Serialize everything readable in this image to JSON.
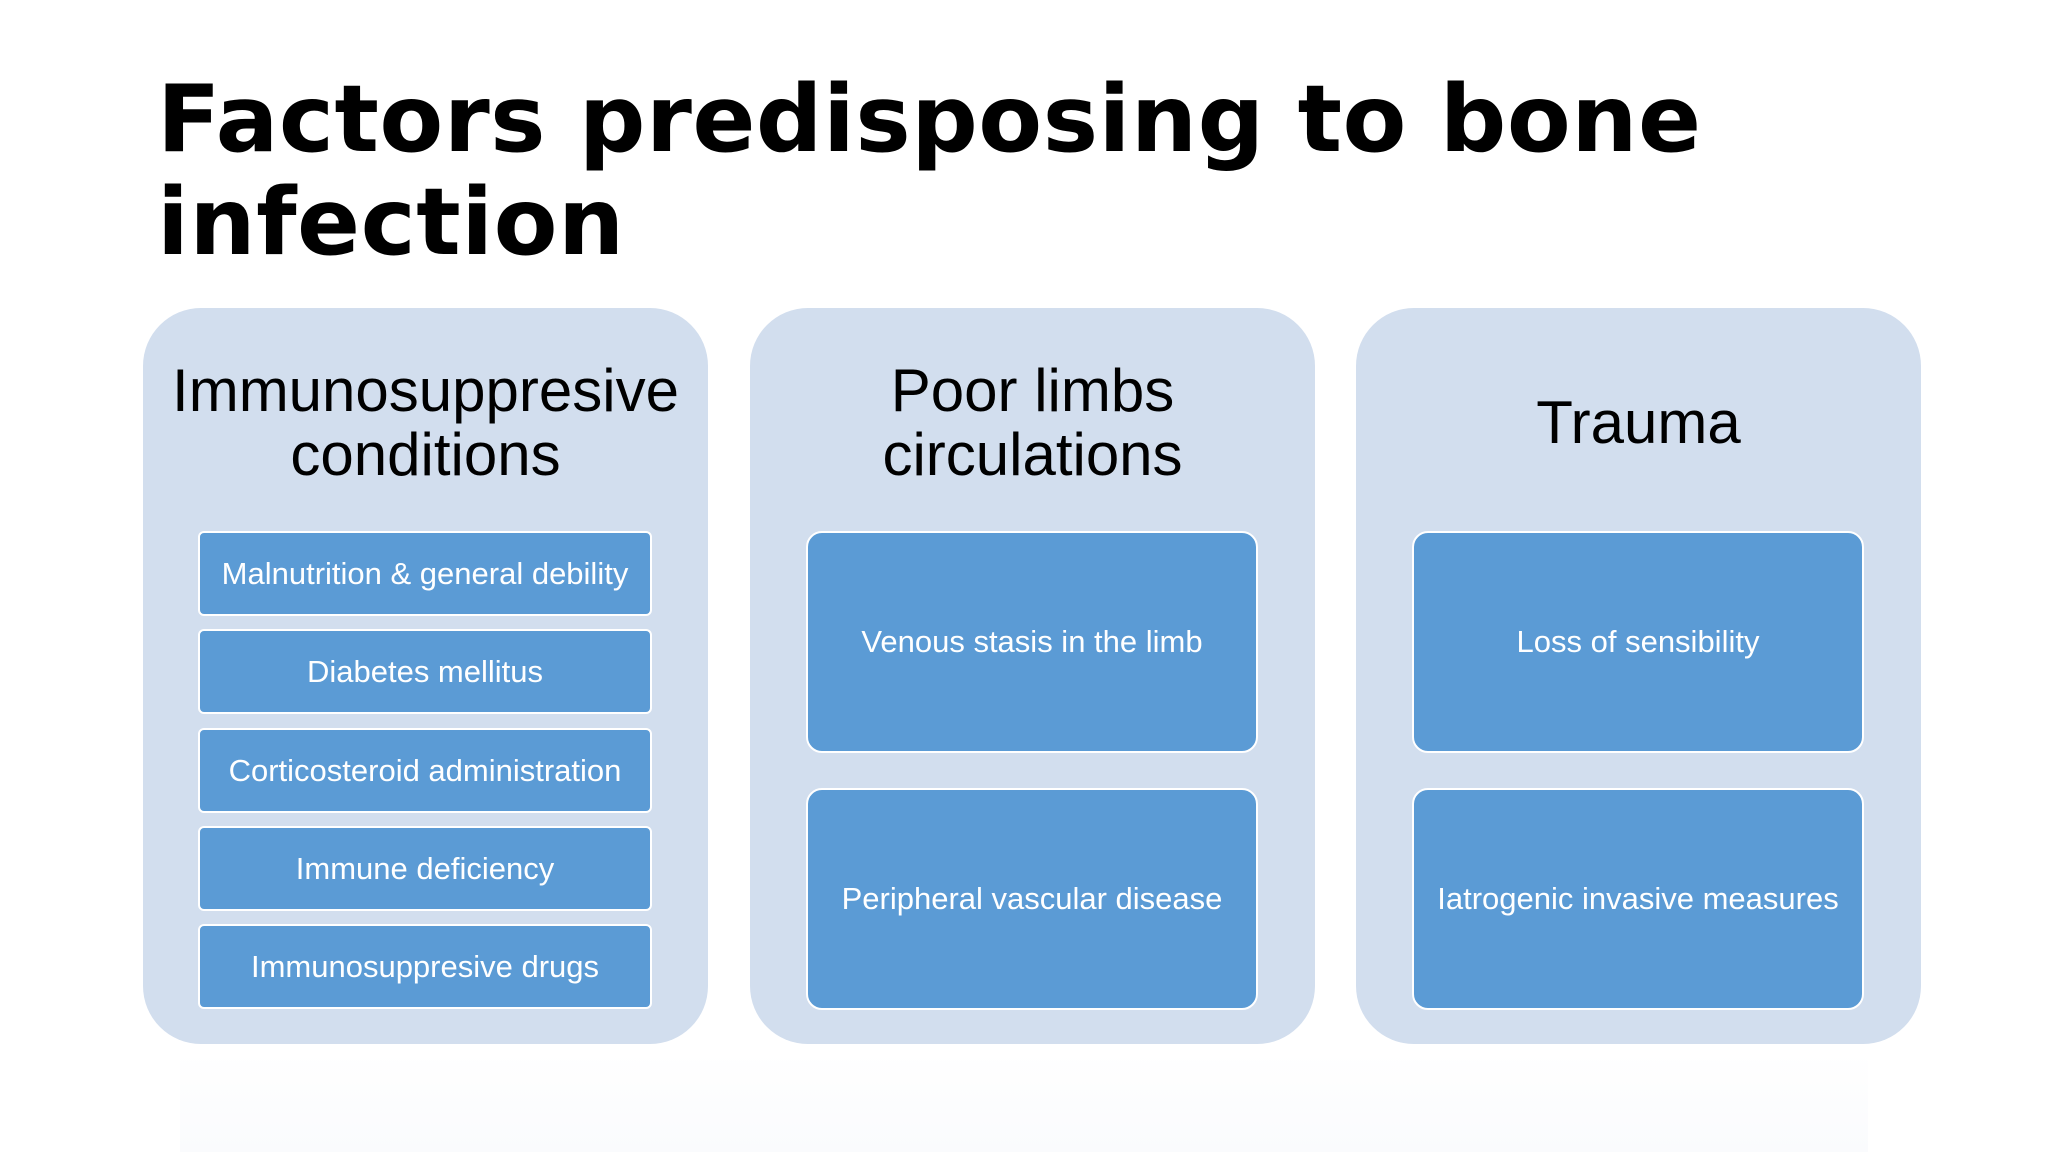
{
  "slide": {
    "title": "Factors predisposing to bone infection"
  },
  "columns": [
    {
      "heading": "Immunosuppresive\nconditions",
      "items": [
        "Malnutrition & general debility",
        "Diabetes mellitus",
        "Corticosteroid administration",
        "Immune deficiency",
        "Immunosuppresive drugs"
      ]
    },
    {
      "heading": "Poor limbs\ncirculations",
      "items": [
        "Venous stasis in the limb",
        "Peripheral vascular disease"
      ]
    },
    {
      "heading": "Trauma",
      "items": [
        "Loss of sensibility",
        "Iatrogenic invasive measures"
      ]
    }
  ],
  "colors": {
    "panel_fill": "#d2deee",
    "item_fill": "#5b9bd5",
    "item_text": "#ffffff",
    "title_text": "#000000"
  }
}
